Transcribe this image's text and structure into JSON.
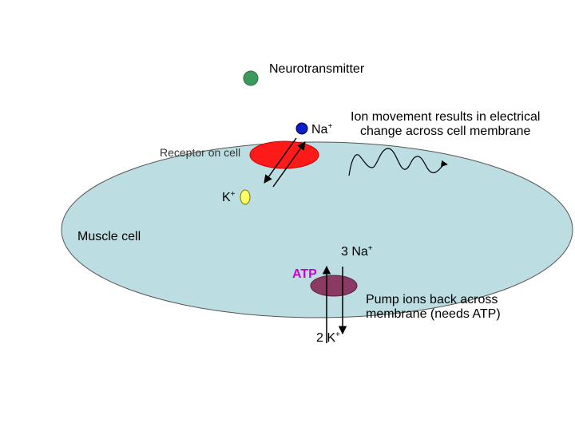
{
  "labels": {
    "neurotransmitter": "Neurotransmitter",
    "na": "Na",
    "na_sup": "+",
    "ion_movement_line1": "Ion movement results in electrical",
    "ion_movement_line2": "change across cell membrane",
    "receptor": "Receptor on cell",
    "k": "K",
    "k_sup": "+",
    "muscle_cell": "Muscle cell",
    "three_na": "3 Na",
    "three_na_sup": "+",
    "atp": "ATP",
    "pump_line1": "Pump ions back across",
    "pump_line2": "membrane (needs ATP)",
    "two_k": "2 K",
    "two_k_sup": "+"
  },
  "colors": {
    "cell_fill": "#bcdee2",
    "receptor_fill": "#ff1a1a",
    "pump_fill": "#8b3a62",
    "neurotransmitter_fill": "#3a9a5b",
    "na_ion_fill": "#0a1fcc",
    "k_ion_fill": "#ffff66",
    "atp_text": "#cc00cc"
  }
}
